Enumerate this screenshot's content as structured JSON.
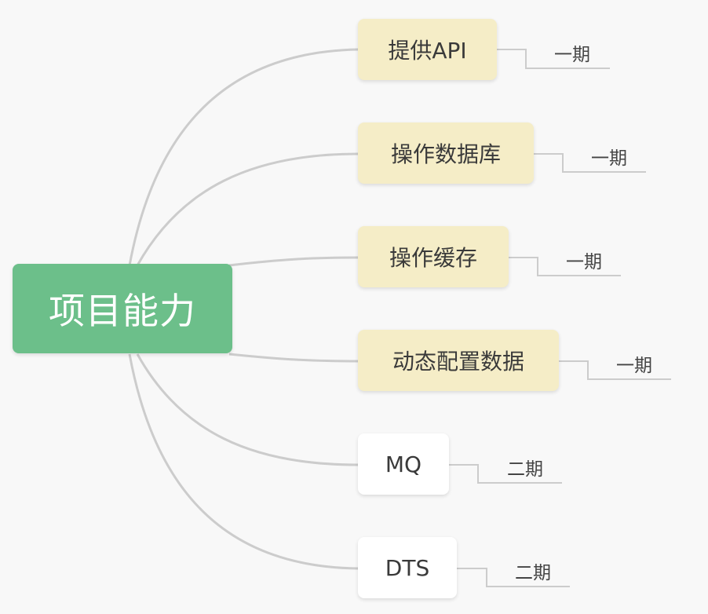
{
  "root": {
    "label": "项目能力",
    "color": "#6cbf8a"
  },
  "branches": [
    {
      "label": "提供API",
      "phase": "一期",
      "kind": "phase1"
    },
    {
      "label": "操作数据库",
      "phase": "一期",
      "kind": "phase1"
    },
    {
      "label": "操作缓存",
      "phase": "一期",
      "kind": "phase1"
    },
    {
      "label": "动态配置数据",
      "phase": "一期",
      "kind": "phase1"
    },
    {
      "label": "MQ",
      "phase": "二期",
      "kind": "phase2"
    },
    {
      "label": "DTS",
      "phase": "二期",
      "kind": "phase2"
    }
  ],
  "colors": {
    "background": "#f8f8f8",
    "root": "#6cbf8a",
    "phase1_node": "#f5edc7",
    "phase2_node": "#ffffff",
    "connector": "#cccccc"
  }
}
